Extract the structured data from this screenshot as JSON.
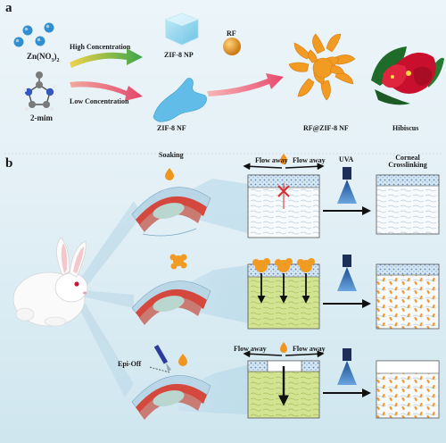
{
  "panel_a": {
    "letter": "a",
    "zn_label": "Zn(NO3)2",
    "zn_formula": "Zn(NO",
    "zn_sub_3": "3",
    "zn_close": ")",
    "zn_sub_2": "2",
    "mim_label": "2-mim",
    "high_concentration": "High Concentration",
    "low_concentration": "Low Concentration",
    "zif8_np": "ZIF-8 NP",
    "zif8_nf": "ZIF-8 NF",
    "rf": "RF",
    "rf_zif8_nf": "RF@ZIF-8 NF",
    "hibiscus": "Hibiscus"
  },
  "panel_b": {
    "letter": "b",
    "soaking": "Soaking",
    "flow_away": "Flow away",
    "uva": "UVA",
    "corneal_crosslinking_line1": "Corneal",
    "corneal_crosslinking_line2": "Crosslinking",
    "epi_off": "Epi-Off"
  },
  "colors": {
    "background_top": "#e8f3f8",
    "background_bottom": "#cfe7f0",
    "zn_blue": "#2f8fd0",
    "rf_orange": "#f0961e",
    "nf_blue": "#5bb6e6",
    "stroma_green": "#cfe08a",
    "uva_blue": "#1f5fae",
    "hibiscus_red": "#c8102e",
    "leaf_green": "#1f6b2a"
  }
}
